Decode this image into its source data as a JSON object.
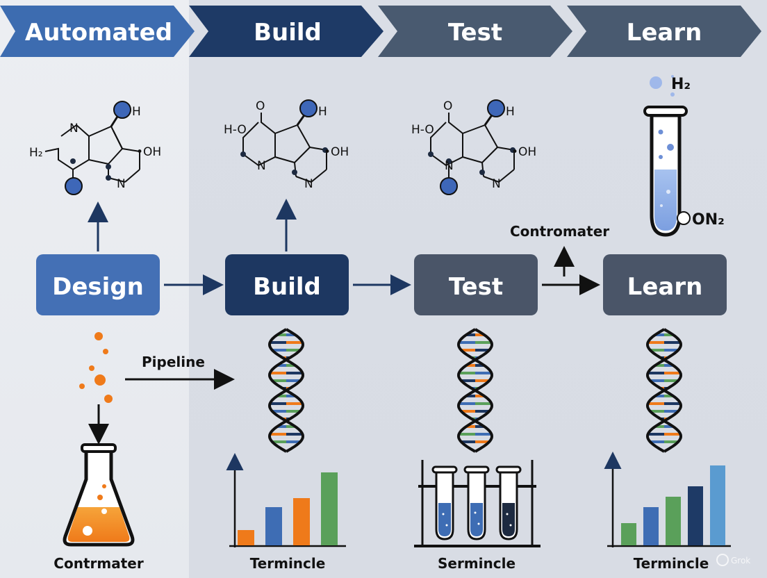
{
  "header": {
    "stages": [
      "Automated",
      "Build",
      "Test",
      "Learn"
    ],
    "colors": [
      "#3d6cb0",
      "#1e3a66",
      "#495a70",
      "#495a70"
    ]
  },
  "cycle": {
    "boxes": [
      "Design",
      "Build",
      "Test",
      "Learn"
    ],
    "colors": [
      "#4470b5",
      "#1d3761",
      "#4a5568",
      "#4a5568"
    ]
  },
  "labels": {
    "pipeline": "Pipeline",
    "contromater_top": "Contromater",
    "flask_caption": "Contrmater",
    "build_caption": "Termincle",
    "test_caption": "Sermincle",
    "learn_caption": "Termincle"
  },
  "molecule": {
    "atoms_1": {
      "h2": "H₂",
      "n_top": "N",
      "h_right": "H",
      "oh": "•OH",
      "n_bottom": "N"
    },
    "atoms_2": {
      "o": "O",
      "ho": "H-O",
      "n_left": "N",
      "h_right": "H",
      "oh": "•OH",
      "n_bottom": "N"
    },
    "atoms_3": {
      "o": "O",
      "ho": "H-O",
      "n_left": "N",
      "h_right": "H",
      "oh": "•OH",
      "n_bottom": "N"
    }
  },
  "test_tube": {
    "top_formula": "H₂",
    "side_formula": "ON₂"
  },
  "charts": {
    "build": {
      "values": [
        22,
        55,
        68,
        105
      ],
      "colors": [
        "#ef7a1a",
        "#3e6db4",
        "#ef7a1a",
        "#5aa05a"
      ]
    },
    "learn": {
      "values": [
        32,
        55,
        70,
        85,
        115
      ],
      "colors": [
        "#5aa05a",
        "#3e6db4",
        "#5aa05a",
        "#1e3a66",
        "#5a9bd0"
      ]
    }
  },
  "watermark": "Grok"
}
